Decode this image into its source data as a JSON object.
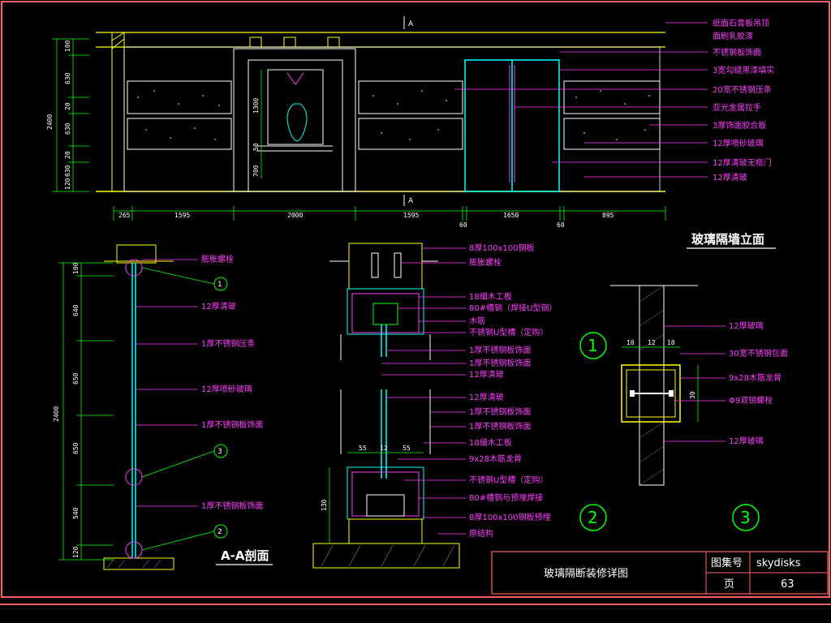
{
  "elevation": {
    "title": "玻璃隔墙立面",
    "section_marker": "A",
    "labels": [
      "纸面石膏板吊顶",
      "面刷乳胶漆",
      "不锈钢板饰面",
      "3宽勾缝黑漆填实",
      "20宽不锈钢压条",
      "亚光金属拉手",
      "3厚饰面胶合板",
      "12厚喷砂玻璃",
      "12厚清玻无框门",
      "12厚清玻"
    ],
    "horizontal_dims": [
      "265",
      "1595",
      "2000",
      "1595",
      "60",
      "1650",
      "60",
      "895"
    ],
    "vertical_dims": [
      "100",
      "630",
      "20",
      "630",
      "20",
      "630",
      "120"
    ],
    "total_height": "2400",
    "niche_dims": [
      "1300",
      "50",
      "700"
    ]
  },
  "section_aa": {
    "title": "A-A剖面",
    "labels": [
      "膨胀螺栓",
      "12厚清玻",
      "1厚不锈钢压条",
      "12厚喷砂玻璃",
      "1厚不锈钢板饰面",
      "1厚不锈钢板饰面"
    ],
    "vertical_dims": [
      "100",
      "640",
      "650",
      "650",
      "540",
      "120"
    ],
    "total_height": "2400",
    "callouts": [
      "1",
      "3",
      "2"
    ]
  },
  "detail_center": {
    "labels_top": [
      "8厚100x100钢板",
      "膨胀螺栓",
      "18细木工板",
      "80#槽钢（焊接U型钢）",
      "木筋",
      "不锈钢U型槽（定购）",
      "1厚不锈钢板饰面",
      "1厚不锈钢板饰面",
      "12厚清玻"
    ],
    "labels_bottom": [
      "12厚清玻",
      "1厚不锈钢板饰面",
      "1厚不锈钢板饰面",
      "18细木工板",
      "9x28木筋龙骨",
      "不锈钢U型槽（定购）",
      "80#槽钢与预埋焊接",
      "8厚100x100钢板预埋",
      "原结构"
    ],
    "dims": [
      "55",
      "12",
      "55"
    ],
    "side_dim": "130"
  },
  "detail_right": {
    "labels": [
      "12厚玻璃",
      "30宽不锈钢包面",
      "9x28木筋龙骨",
      "Φ9双销螺栓",
      "12厚玻璃"
    ],
    "dims": [
      "10",
      "12",
      "10"
    ],
    "side_dim": "30"
  },
  "circle_markers": [
    "1",
    "2",
    "3"
  ],
  "title_block": {
    "drawing_title": "玻璃隔断装修详图",
    "set_label": "图集号",
    "set_value": "skydisks",
    "page_label": "页",
    "page_value": "63"
  },
  "colors": {
    "background": "#000000",
    "annotation": "#ff3cff",
    "outline": "#ffff00",
    "glass": "#00ffff",
    "callout": "#00ff00",
    "frame": "#ff6060"
  }
}
